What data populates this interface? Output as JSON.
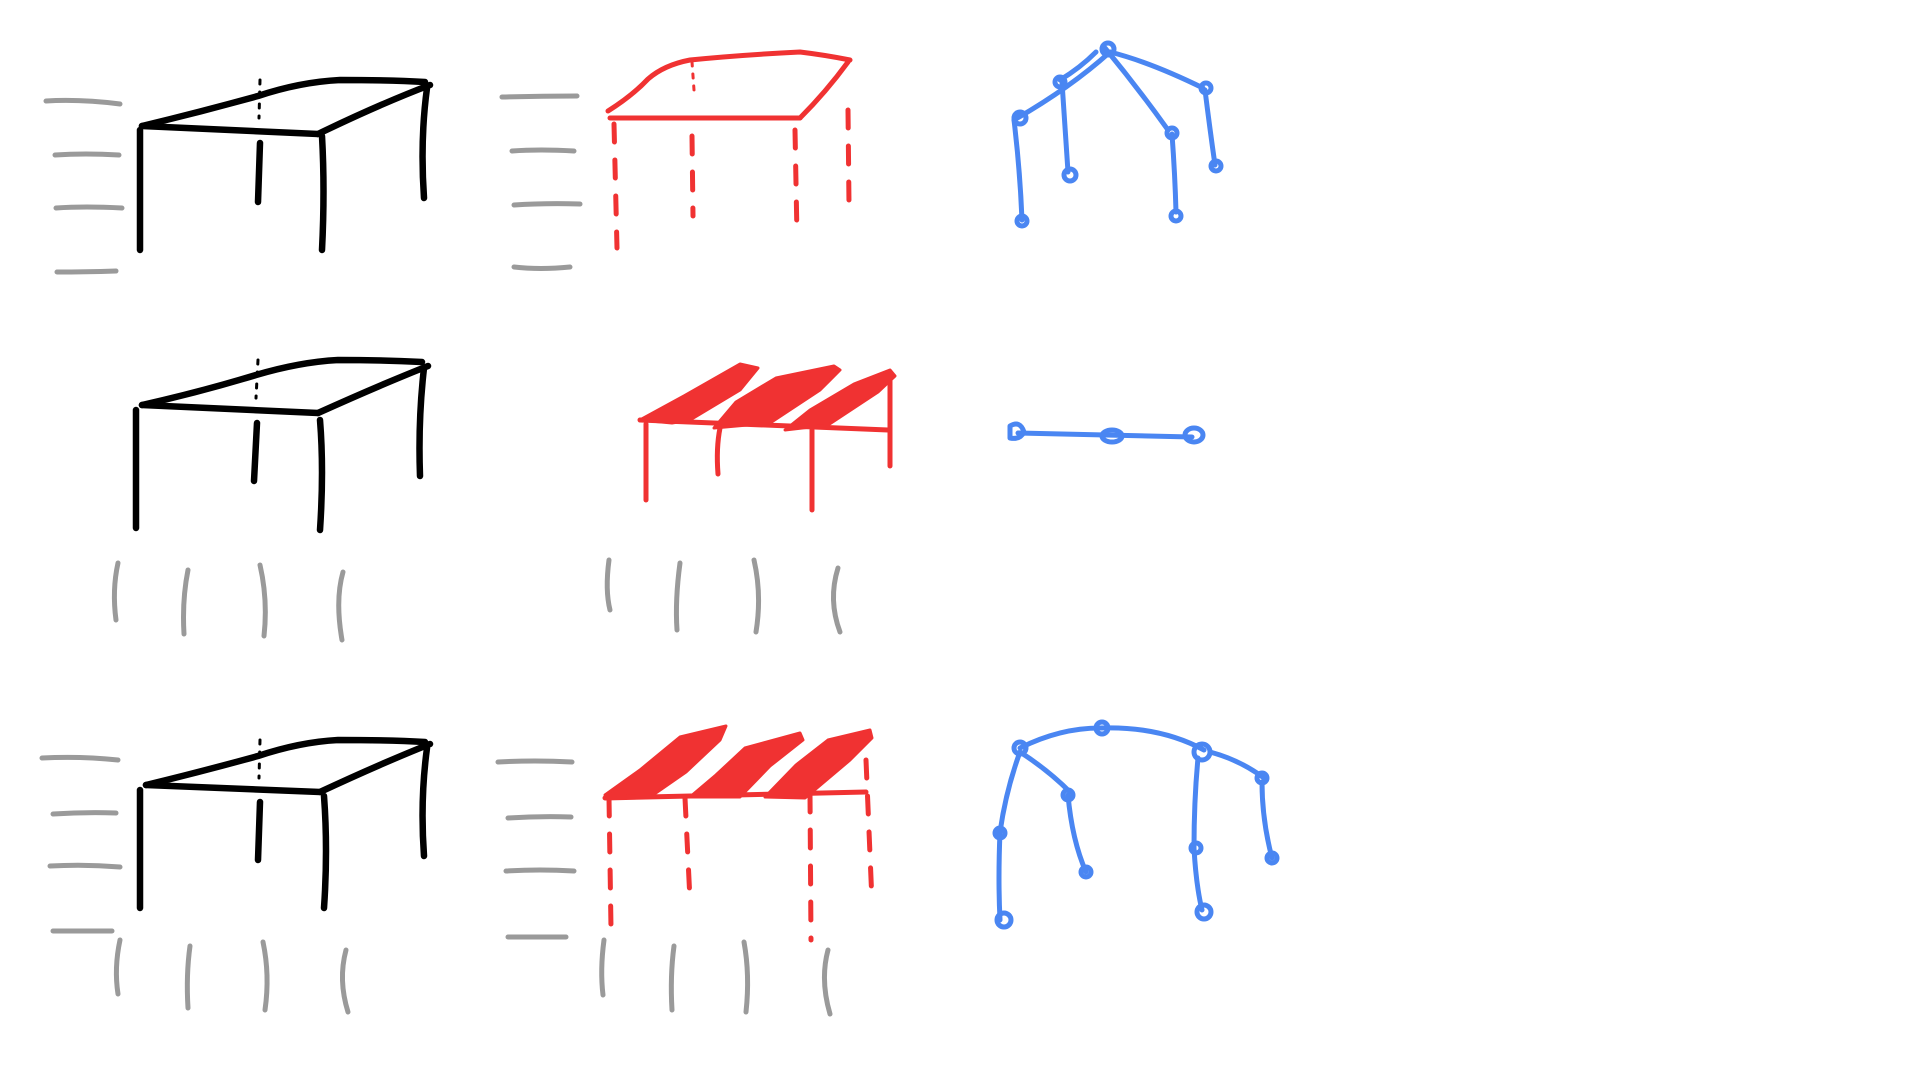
{
  "colors": {
    "background": "#ffffff",
    "object_black": "#000000",
    "object_red": "#f03232",
    "skeleton_blue": "#4a86f2",
    "motion_gray": "#9a9a9a"
  },
  "rows": [
    {
      "id": "row-1",
      "motion": "horizontal",
      "red_style": "dashed-legs",
      "skeleton": "table-tent"
    },
    {
      "id": "row-2",
      "motion": "vertical",
      "red_style": "hatched-top",
      "skeleton": "line-three-joints"
    },
    {
      "id": "row-3",
      "motion": "horizontal-and-vertical",
      "red_style": "hatched-top-dashed-legs",
      "skeleton": "arch-legs"
    }
  ]
}
